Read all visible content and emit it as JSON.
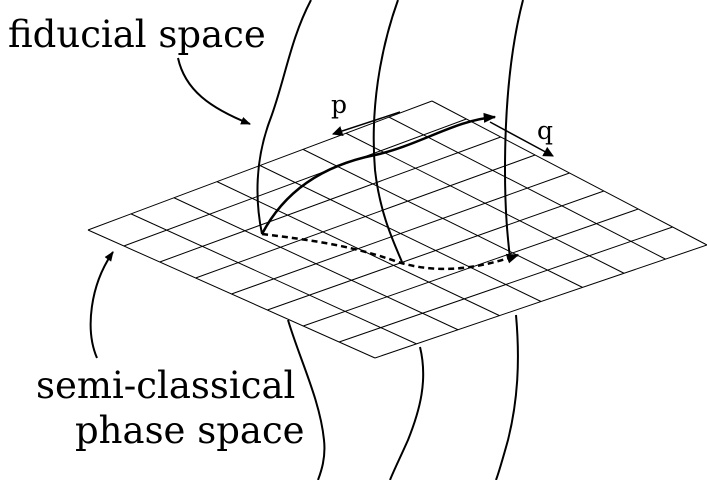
{
  "labels": {
    "fiducial": "fiducial space",
    "semi_line1": "semi-classical",
    "semi_line2": "phase space",
    "p": "p",
    "q": "q"
  },
  "colors": {
    "ink": "#000000",
    "background": "#ffffff"
  }
}
